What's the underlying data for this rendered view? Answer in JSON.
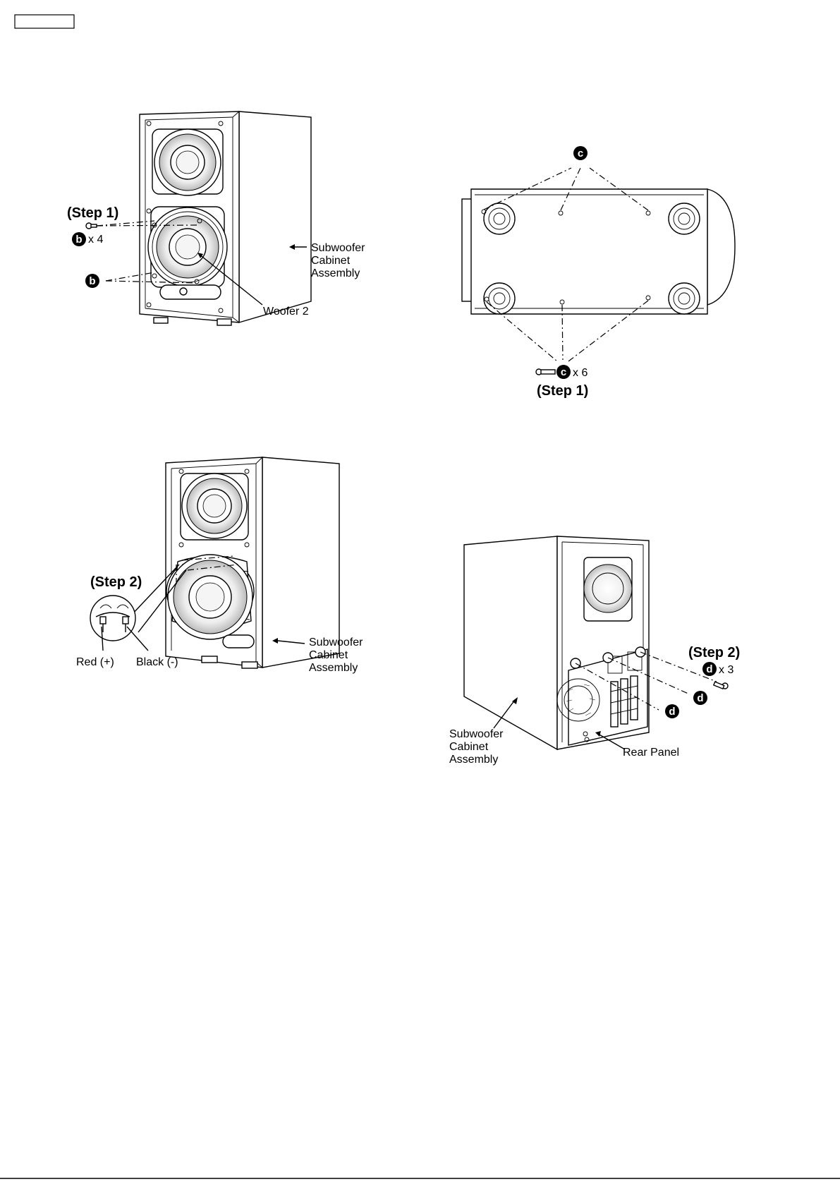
{
  "fig1": {
    "step": "(Step 1)",
    "screw_badge": "b",
    "screw_count": "x 4",
    "callout_badge": "b",
    "cabinet_label_l1": "Subwoofer",
    "cabinet_label_l2": "Cabinet",
    "cabinet_label_l3": "Assembly",
    "woofer_label": "Woofer 2"
  },
  "fig2": {
    "top_badge": "c",
    "screw_badge": "c",
    "screw_count": "x 6",
    "step": "(Step 1)"
  },
  "fig3": {
    "step": "(Step 2)",
    "red_label": "Red (+)",
    "black_label": "Black (-)",
    "cabinet_label_l1": "Subwoofer",
    "cabinet_label_l2": "Cabinet",
    "cabinet_label_l3": "Assembly"
  },
  "fig4": {
    "step": "(Step 2)",
    "screw_badge": "d",
    "screw_count": "x 3",
    "callout_badge_1": "d",
    "callout_badge_2": "d",
    "cabinet_label_l1": "Subwoofer",
    "cabinet_label_l2": "Cabinet",
    "cabinet_label_l3": "Assembly",
    "rear_panel_label": "Rear Panel"
  }
}
